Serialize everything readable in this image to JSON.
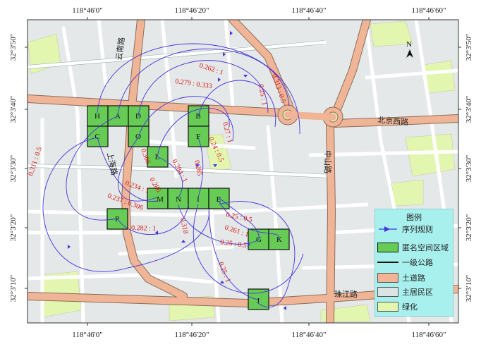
{
  "map": {
    "lon_ticks": [
      "118°46'0\"",
      "118°46'20\"",
      "118°46'40\"",
      "118°46'60\""
    ],
    "lat_ticks": [
      "32°3'50\"",
      "32°3'40\"",
      "32°3'30\"",
      "32°3'20\"",
      "32°3'10\""
    ],
    "north_symbol": "N",
    "roads": {
      "beijing_west": "北京西路",
      "zhongshan": "中山路",
      "zhujiang": "珠江路",
      "shanghai": "上海路",
      "yunnan": "云南路"
    },
    "zones": [
      "H",
      "A",
      "D",
      "C",
      "O",
      "B",
      "F",
      "L",
      "M",
      "N",
      "I",
      "E",
      "P",
      "G",
      "K",
      "J"
    ],
    "ratios": [
      "0.262 : 1",
      "0.279 : 0.333",
      "0.313 : 0.5",
      "0.25 : 1",
      "0.27 : 1",
      "0.24 : 0.5",
      "0.311 : 0.5",
      "0.306",
      "0.284 : 1",
      "0.285",
      "0.234 : 1",
      "0.286",
      "0.237 : 0.306",
      "0.282 : 1",
      "0.318",
      "0.25 : 0.5",
      "0.261 : 1",
      "0.25 : 0.5",
      "0.25 : 1"
    ]
  },
  "legend": {
    "title": "图例",
    "items": [
      {
        "label": "序列规则",
        "icon": "arrow-icon"
      },
      {
        "label": "匿名空间区域",
        "icon": "zone-swatch"
      },
      {
        "label": "一级公路",
        "icon": "line-swatch"
      },
      {
        "label": "土道路",
        "icon": "road-swatch"
      },
      {
        "label": "主居民区",
        "icon": "residential-swatch"
      },
      {
        "label": "绿化",
        "icon": "green-swatch"
      }
    ]
  },
  "colors": {
    "background": "#e8ecec",
    "minor_road": "#ffffff",
    "major_road": "#f0b596",
    "green": "#e3f6b0",
    "zone": "#66cc55",
    "sequence": "#4433dd",
    "ratio_text": "#dd1111",
    "legend_bg": "#a8f0ee"
  }
}
